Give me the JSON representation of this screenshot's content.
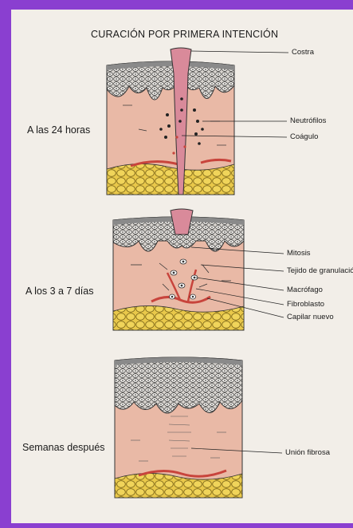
{
  "title": "CURACIÓN POR PRIMERA INTENCIÓN",
  "stages": [
    {
      "label": "A las 24 horas",
      "annotations": [
        "Costra",
        "Neutrófilos",
        "Coágulo"
      ]
    },
    {
      "label": "A los 3 a 7 días",
      "annotations": [
        "Mitosis",
        "Tejido de granulación",
        "Macrófago",
        "Fibroblasto",
        "Capilar nuevo"
      ]
    },
    {
      "label": "Semanas después",
      "annotations": [
        "Unión fibrosa"
      ]
    }
  ],
  "colors": {
    "frame": "#8a3fd0",
    "paper": "#f2eee8",
    "dermis": "#e9b9a6",
    "epidermis": "#9a9a9a",
    "scab": "#d98a9a",
    "fat": "#e8c23a",
    "vessel": "#c8443c"
  }
}
